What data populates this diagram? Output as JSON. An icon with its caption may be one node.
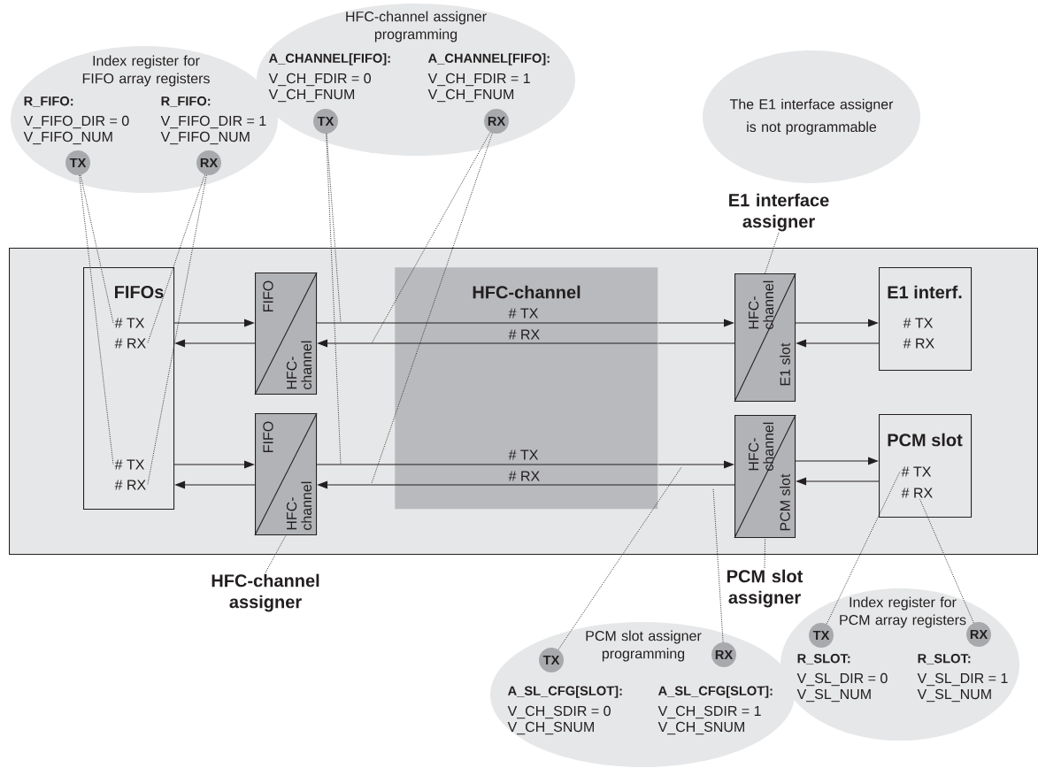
{
  "diagram": {
    "nodes": [
      {
        "text": [],
        "shape": "box"
      },
      {
        "text": [
          "FIFOs"
        ],
        "in": 0
      },
      {
        "text": [
          "# TX"
        ],
        "in": 1
      },
      {
        "text": [
          "# RX"
        ],
        "in": 1
      },
      {
        "text": [
          "# TX"
        ],
        "in": 1
      },
      {
        "text": [
          "# RX"
        ],
        "in": 1
      },
      {
        "text": [
          "FIFO",
          "HFC-channel"
        ],
        "in": 0
      },
      {
        "text": [
          "FIFO",
          "HFC-channel"
        ],
        "in": 0
      },
      {
        "text": [
          "HFC-channel",
          "# TX",
          "# RX",
          "# TX",
          "# RX"
        ],
        "in": 0
      },
      {
        "text": [
          "HFC-channel",
          "E1 slot"
        ],
        "in": 0
      },
      {
        "text": [
          "HFC-channel",
          "PCM slot"
        ],
        "in": 0
      },
      {
        "text": [
          "E1 interf.",
          "# TX",
          "# RX"
        ],
        "in": 0
      },
      {
        "text": [
          "PCM slot"
        ],
        "in": 0
      },
      {
        "text": [
          "# TX"
        ],
        "in": 12
      },
      {
        "text": [
          "# RX"
        ],
        "in": 12
      },
      {
        "text": [
          "Index register for FIFO array registers",
          "R_FIFO:",
          "V_FIFO_DIR = 0",
          "V_FIFO_NUM",
          "R_FIFO:",
          "V_FIFO_DIR = 1",
          "V_FIFO_NUM"
        ]
      },
      {
        "text": [
          "TX"
        ],
        "in": 15
      },
      {
        "text": [
          "RX"
        ],
        "in": 15
      },
      {
        "text": [
          "HFC-channel assigner programming",
          "A_CHANNEL[FIFO]:",
          "V_CH_FDIR = 0",
          "V_CH_FNUM",
          "A_CHANNEL[FIFO]:",
          "V_CH_FDIR = 1",
          "V_CH_FNUM"
        ]
      },
      {
        "text": [
          "TX"
        ],
        "in": 18
      },
      {
        "text": [
          "RX"
        ],
        "in": 18
      },
      {
        "text": [
          "The E1 interface assigner is not programmable"
        ]
      },
      {
        "text": [
          "E1 interface assigner"
        ]
      },
      {
        "text": [
          "HFC-channel assigner"
        ]
      },
      {
        "text": [
          "PCM slot assigner"
        ]
      },
      {
        "text": [
          "PCM slot assigner programming",
          "A_SL_CFG[SLOT]:",
          "V_CH_SDIR = 0",
          "V_CH_SNUM",
          "A_SL_CFG[SLOT]:",
          "V_CH_SDIR = 1",
          "V_CH_SNUM"
        ]
      },
      {
        "text": [
          "TX"
        ],
        "in": 25
      },
      {
        "text": [
          "RX"
        ],
        "in": 25
      },
      {
        "text": [
          "Index register for PCM array registers",
          "R_SLOT:",
          "V_SL_DIR = 0",
          "V_SL_NUM",
          "R_SLOT:",
          "V_SL_DIR = 1",
          "V_SL_NUM"
        ]
      },
      {
        "text": [
          "TX"
        ],
        "in": 28
      },
      {
        "text": [
          "RX"
        ],
        "in": 28
      }
    ],
    "edges": [
      {
        "from": 1,
        "to": 6,
        "arrow": "to"
      },
      {
        "from": 6,
        "to": 1,
        "arrow": "to"
      },
      {
        "from": 6,
        "to": 8,
        "arrow": "none"
      },
      {
        "from": 8,
        "to": 9,
        "arrow": "to"
      },
      {
        "from": 9,
        "to": 8,
        "arrow": "none"
      },
      {
        "from": 8,
        "to": 6,
        "arrow": "to"
      },
      {
        "from": 9,
        "to": 11,
        "arrow": "to"
      },
      {
        "from": 11,
        "to": 9,
        "arrow": "to"
      },
      {
        "from": 1,
        "to": 7,
        "arrow": "to"
      },
      {
        "from": 7,
        "to": 1,
        "arrow": "to"
      },
      {
        "from": 7,
        "to": 8,
        "arrow": "none"
      },
      {
        "from": 8,
        "to": 10,
        "arrow": "to"
      },
      {
        "from": 10,
        "to": 8,
        "arrow": "none"
      },
      {
        "from": 8,
        "to": 7,
        "arrow": "to"
      },
      {
        "from": 10,
        "to": 12,
        "arrow": "to"
      },
      {
        "from": 12,
        "to": 10,
        "arrow": "to"
      },
      {
        "from": 16,
        "to": 2,
        "arrow": "none",
        "style": "dashed"
      },
      {
        "from": 16,
        "to": 4,
        "arrow": "none",
        "style": "dashed"
      },
      {
        "from": 17,
        "to": 3,
        "arrow": "none",
        "style": "dashed"
      },
      {
        "from": 17,
        "to": 5,
        "arrow": "none",
        "style": "dashed"
      },
      {
        "from": 19,
        "to": null,
        "arrow": "none",
        "style": "dashed"
      },
      {
        "from": 19,
        "to": null,
        "arrow": "none",
        "style": "dashed"
      },
      {
        "from": 20,
        "to": null,
        "arrow": "none",
        "style": "dashed"
      },
      {
        "from": 20,
        "to": null,
        "arrow": "none",
        "style": "dashed"
      },
      {
        "from": 22,
        "to": 9,
        "arrow": "none",
        "style": "dashed"
      },
      {
        "from": 23,
        "to": 7,
        "arrow": "none",
        "style": "dashed"
      },
      {
        "from": 24,
        "to": 10,
        "arrow": "none",
        "style": "dashed"
      },
      {
        "from": 26,
        "to": null,
        "arrow": "none",
        "style": "dashed"
      },
      {
        "from": 27,
        "to": null,
        "arrow": "none",
        "style": "dashed"
      },
      {
        "from": 29,
        "to": 13,
        "arrow": "none",
        "style": "dashed"
      },
      {
        "from": 30,
        "to": 14,
        "arrow": "none",
        "style": "dashed"
      }
    ]
  }
}
